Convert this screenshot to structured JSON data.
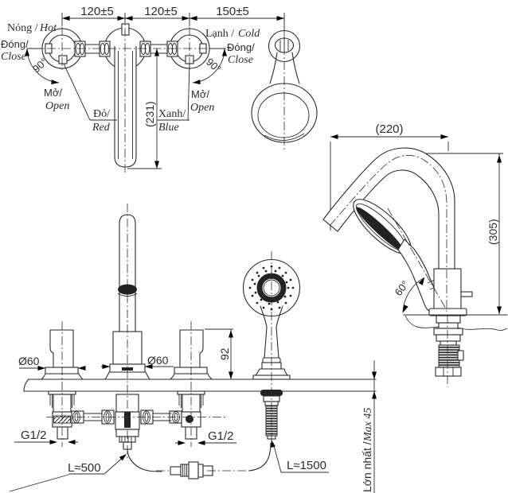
{
  "colors": {
    "line": "#2b2b2b",
    "background": "#ffffff",
    "dark_fill": "#222222"
  },
  "top_view": {
    "dim_hot_to_spout": "120±5",
    "dim_spout_to_cold": "120±5",
    "dim_cold_to_holder": "150±5",
    "spout_reach": "(231)",
    "hot": {
      "name": "Nóng /",
      "name_en": "Hot",
      "close": "Đóng/",
      "close_en": "Close",
      "angle": "90°",
      "open": "Mở/",
      "open_en": "Open",
      "index": "Đỏ/",
      "index_en": "Red"
    },
    "cold": {
      "name": "Lạnh /",
      "name_en": "Cold",
      "close": "Đóng/",
      "close_en": "Close",
      "angle": "90°",
      "open": "Mở/",
      "open_en": "Open",
      "index": "Xanh/",
      "index_en": "Blue"
    }
  },
  "side_view": {
    "dim_reach": "(220)",
    "dim_height": "(305)",
    "rest_angle": "60°"
  },
  "front_view": {
    "dim_handle_dia": "Ø60",
    "dim_spout_dia": "Ø60",
    "dim_holder_height": "92",
    "thread_hot": "G1/2",
    "thread_cold": "G1/2",
    "hose_spout": "L≈500",
    "hose_shower": "L≈1500",
    "deck_thickness": "Lớn nhất /",
    "deck_thickness_en": "Max 45"
  }
}
